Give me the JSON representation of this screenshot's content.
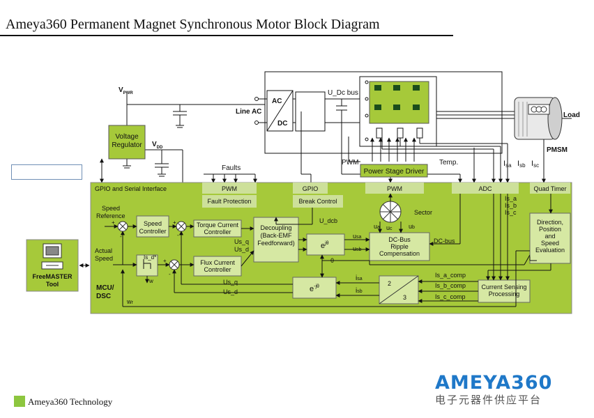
{
  "title": "Ameya360 Permanent Magnet Synchronous Motor Block Diagram",
  "footer": {
    "label": "Ameya360 Technology",
    "color": "#8dc63f"
  },
  "logo": {
    "main": "AMEYA360",
    "sub": "电子元器件供应平台"
  },
  "colors": {
    "mcu_fill": "#a6c93a",
    "block_fill": "#d6e8a3",
    "label_fill": "#cde09a",
    "line": "#111111",
    "logo": "#1f78c8"
  },
  "diagram": {
    "vpwr": "V",
    "vpwr_sub": "PWR",
    "vdd": "V",
    "vdd_sub": "DD",
    "voltage_regulator": [
      "Voltage",
      "Regulator"
    ],
    "line_ac": "Line AC",
    "ac": "AC",
    "dc": "DC",
    "u_dc_bus": "U_Dc bus",
    "load": "Load",
    "pmsm": "PMSM",
    "faults": "Faults",
    "pwm_top": "PWM",
    "temp": "Temp.",
    "isa_top": "I",
    "isa_top_sub": "sa",
    "isb_top": "I",
    "isb_top_sub": "sb",
    "isc_top": "I",
    "isc_top_sub": "sc",
    "power_stage_driver": "Power Stage Driver",
    "gpio_serial": "GPIO and Serial Interface",
    "pwm_1": "PWM",
    "fault_protection": "Fault Protection",
    "gpio": "GPIO",
    "break_control": "Break Control",
    "pwm_2": "PWM",
    "adc": "ADC",
    "quad_timer": "Quad Timer",
    "speed_reference": [
      "Speed",
      "Reference"
    ],
    "actual_speed": [
      "Actual",
      "Speed"
    ],
    "speed_controller": [
      "Speed",
      "Controller"
    ],
    "torque_current_controller": [
      "Torque Current",
      "Controller"
    ],
    "flux_current_controller": [
      "Flux Current",
      "Controller"
    ],
    "decoupling": [
      "Decoupling",
      "(Back-EMF",
      "Feedforward)"
    ],
    "ejtheta": "e",
    "ejtheta_exp": "jθ",
    "emjtheta": "e",
    "emjtheta_exp": "-jθ",
    "dc_bus_ripple": [
      "DC-Bus",
      "Ripple",
      "Compensation"
    ],
    "direction_position": [
      "Direction,",
      "Position",
      "and",
      "Speed",
      "Evaluation"
    ],
    "current_sensing": [
      "Current Sensing",
      "Processing"
    ],
    "conv_2": "2",
    "conv_3": "3",
    "sector": "Sector",
    "u_dcb": "U_dcb",
    "us_q_top": "Us_q",
    "us_d_top": "Us_d",
    "us_q_bot": "Us_q",
    "us_d_bot": "Us_d",
    "usa": "u",
    "usa_sub": "sa",
    "usb": "u",
    "usb_sub": "sb",
    "ua": "u",
    "ua_sub": "a",
    "ub": "u",
    "ub_sub": "b",
    "uc": "u",
    "uc_sub": "c",
    "dc_bus": "DC-bus",
    "theta": "θ",
    "isa": "i",
    "isa_sub": "sa",
    "isb": "i",
    "isb_sub": "sb",
    "is_a": "Is_a",
    "is_b": "Is_b",
    "is_c": "Is_c",
    "is_a_comp": "Is_a_comp",
    "is_b_comp": "Is_b_comp",
    "is_c_comp": "Is_c_comp",
    "is_d_ref": "Is_d*",
    "w": "w",
    "wr": "w",
    "wr_sub": "r",
    "mcu_dsc": [
      "MCU/",
      "DSC"
    ],
    "freemaster": [
      "FreeMASTER",
      "Tool"
    ],
    "plus": "+",
    "minus": "-"
  }
}
